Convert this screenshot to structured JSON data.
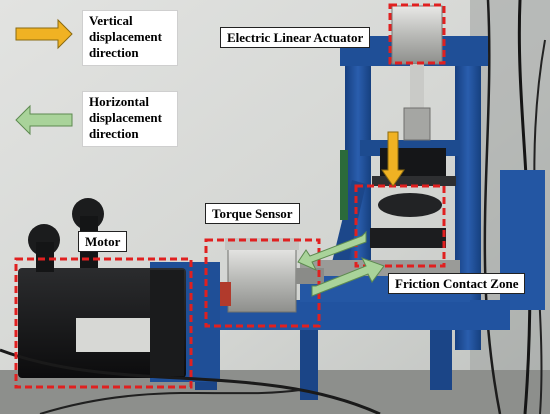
{
  "legend": {
    "vertical": {
      "line1": "Vertical",
      "line2": "displacement",
      "line3": "direction",
      "arrow_color": "#f0b223"
    },
    "horizontal": {
      "line1": "Horizontal",
      "line2": "displacement",
      "line3": "direction",
      "arrow_color": "#a9d39a"
    }
  },
  "labels": {
    "actuator": "Electric Linear Actuator",
    "torque_sensor": "Torque Sensor",
    "motor": "Motor",
    "friction_zone": "Friction Contact Zone"
  },
  "highlight_color": "#e02020",
  "frame_color": "#1f4f97"
}
